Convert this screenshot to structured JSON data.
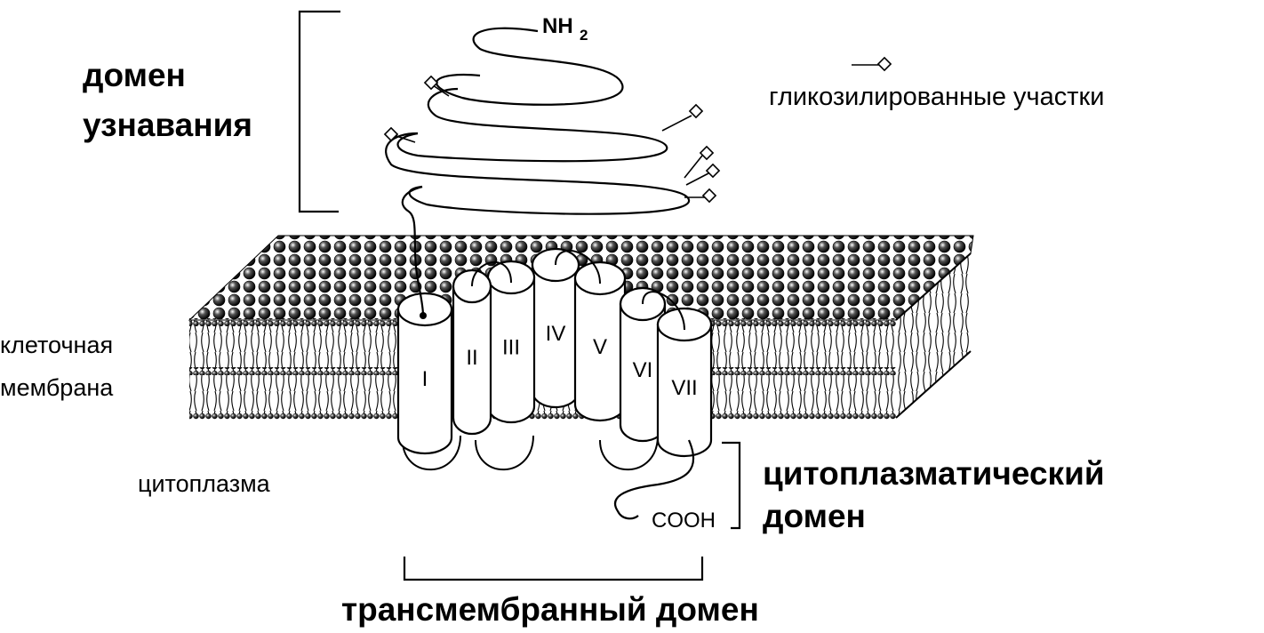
{
  "labels": {
    "recognition_domain_line1": "домен",
    "recognition_domain_line2": "узнавания",
    "nh2_N": "NH",
    "nh2_sub": "2",
    "glyco_sites": "гликозилированные участки",
    "cell_membrane_line1": "клеточная",
    "cell_membrane_line2": "мембрана",
    "cytoplasm": "цитоплазма",
    "cooh": "COOH",
    "cytoplasmic_domain_line1": "цитоплазматический",
    "cytoplasmic_domain_line2": "домен",
    "transmembrane_domain": "трансмембранный домен"
  },
  "helices": [
    "I",
    "II",
    "III",
    "IV",
    "V",
    "VI",
    "VII"
  ],
  "colors": {
    "line": "#000000",
    "background": "#ffffff",
    "membrane_head": "#1a1a1a"
  }
}
